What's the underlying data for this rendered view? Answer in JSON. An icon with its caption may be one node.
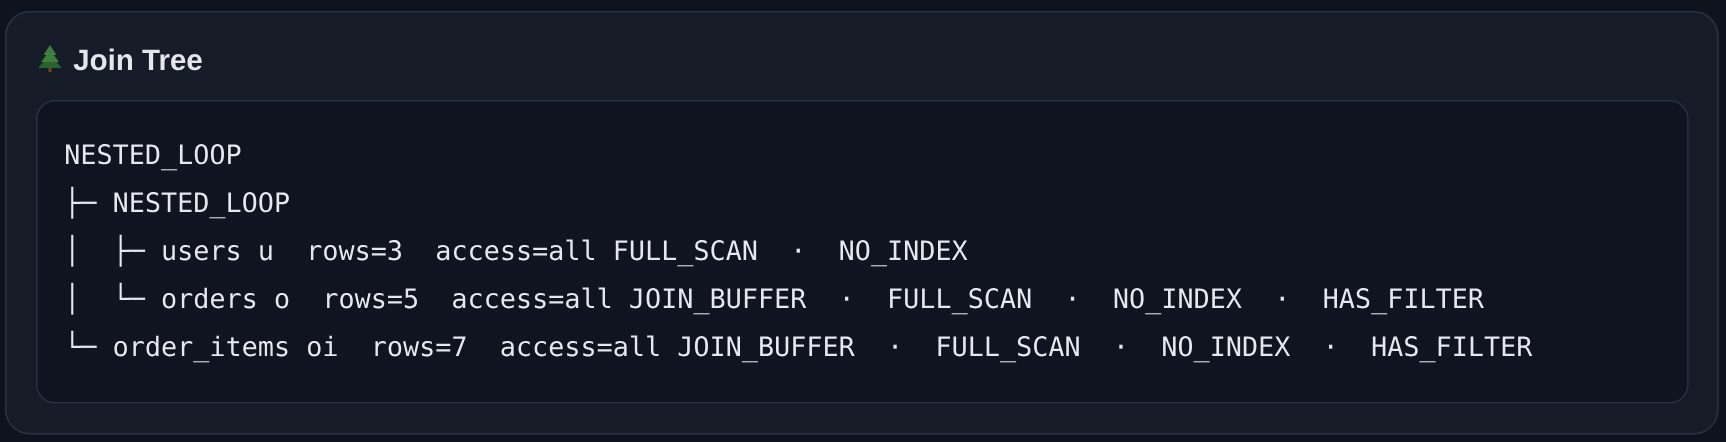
{
  "diagram": {
    "nodes": [
      {
        "text": [
          "Join Tree"
        ]
      },
      {
        "text": [
          "NESTED_LOOP",
          "├─ NESTED_LOOP",
          "│  ├─ users u  rows=3  access=all FULL_SCAN  ·  NO_INDEX",
          "│  └─ orders o  rows=5  access=all JOIN_BUFFER  ·  FULL_SCAN  ·  NO_INDEX  ·  HAS_FILTER",
          "└─ order_items oi  rows=7  access=all JOIN_BUFFER  ·  FULL_SCAN  ·  NO_INDEX  ·  HAS_FILTER"
        ],
        "in": 0
      }
    ]
  }
}
